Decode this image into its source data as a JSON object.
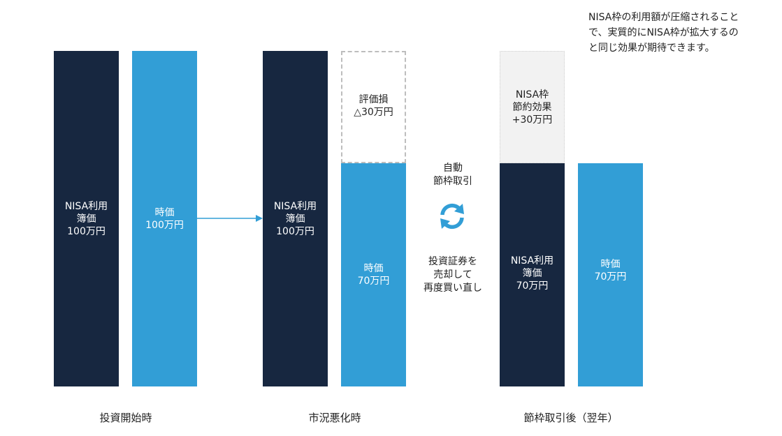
{
  "note": "NISA枠の利用額が圧縮されること\nで、実質的にNISA枠が拡大するの\nと同じ効果が期待できます。",
  "stages": [
    {
      "label": "投資開始時",
      "bars": [
        {
          "kind": "navy",
          "text": "NISA利用\n簿価\n100万円"
        },
        {
          "kind": "blue",
          "text": "時価\n100万円"
        }
      ]
    },
    {
      "label": "市況悪化時",
      "bars": [
        {
          "kind": "navy",
          "text": "NISA利用\n簿価\n100万円"
        },
        {
          "kind": "dashed",
          "text": "評価損\n△30万円"
        },
        {
          "kind": "blue",
          "text": "時価\n70万円"
        }
      ]
    },
    {
      "label": "節枠取引後（翌年）",
      "bars": [
        {
          "kind": "gray",
          "text": "NISA枠\n節約効果\n+30万円"
        },
        {
          "kind": "navy",
          "text": "NISA利用\n簿価\n70万円"
        },
        {
          "kind": "blue",
          "text": "時価\n70万円"
        }
      ]
    }
  ],
  "middle": {
    "top_text": "自動\n節枠取引",
    "bottom_text": "投資証券を\n売却して\n再度買い直し"
  },
  "colors": {
    "navy": "#172740",
    "blue": "#329ed6",
    "gray": "#f2f2f2"
  },
  "icons": {
    "arrow": "arrow-right-icon",
    "cycle": "refresh-icon"
  }
}
